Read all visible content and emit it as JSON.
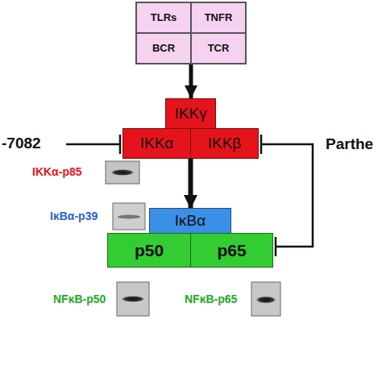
{
  "diagram": {
    "nodes": [
      {
        "text": []
      },
      {
        "text": [
          "TLRs"
        ],
        "in": 0
      },
      {
        "text": [
          "TNFR"
        ],
        "in": 0
      },
      {
        "text": [
          "BCR"
        ],
        "in": 0
      },
      {
        "text": [
          "TCR"
        ],
        "in": 0
      },
      {
        "text": [
          "IKKγ"
        ]
      },
      {
        "text": [
          "IKKα"
        ]
      },
      {
        "text": [
          "IKKβ"
        ]
      },
      {
        "text": [
          "IκBα"
        ]
      },
      {
        "text": [
          "p50"
        ]
      },
      {
        "text": [
          "p65"
        ]
      }
    ],
    "edges": [
      {
        "from": 0,
        "to": 5,
        "arrow": "to"
      },
      {
        "from": 6,
        "to": 8,
        "arrow": "to"
      },
      {
        "from": 7,
        "to": 8,
        "arrow": "to"
      }
    ],
    "labels": [
      "-7082",
      "Parthe",
      "IKKα-p85",
      "IκBα-p39",
      "NFκB-p50",
      "NFκB-p65"
    ]
  }
}
